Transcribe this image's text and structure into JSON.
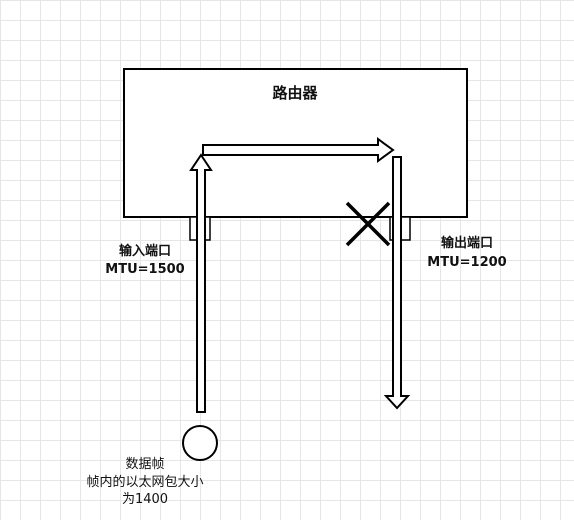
{
  "router": {
    "title": "路由器"
  },
  "input_port": {
    "name": "输入端口",
    "mtu": "MTU=1500"
  },
  "output_port": {
    "name": "输出端口",
    "mtu": "MTU=1200"
  },
  "frame": {
    "name": "数据帧",
    "desc_line1": "帧内的以太网包大小",
    "desc_line2": "为1400"
  },
  "colors": {
    "stroke": "#000000",
    "fill": "#ffffff",
    "grid": "#e6e6e6"
  },
  "icons": {
    "drop_mark": "x-mark-icon"
  }
}
